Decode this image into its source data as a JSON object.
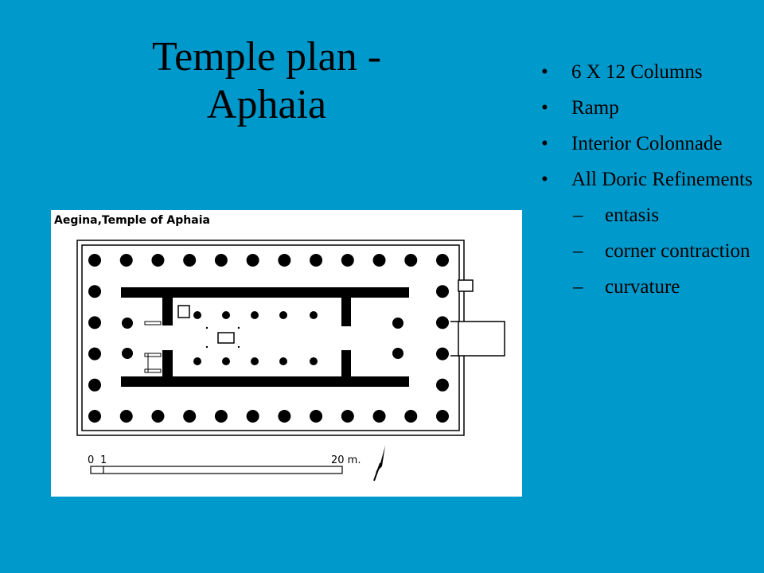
{
  "slide": {
    "title": "Temple plan - Aphaia",
    "bullets": [
      {
        "text": "6 X 12 Columns"
      },
      {
        "text": "Ramp"
      },
      {
        "text": "Interior Colonnade"
      },
      {
        "text": "All Doric Refinements"
      }
    ],
    "subbullets": [
      {
        "dash": "–",
        "text": "entasis"
      },
      {
        "dash": "–",
        "text": "corner contraction"
      },
      {
        "dash": "–",
        "text": "curvature"
      }
    ]
  },
  "plan": {
    "caption": "Aegina,Temple of Aphaia",
    "scale_labels": [
      "0",
      "1",
      "20 m."
    ],
    "peristyle_columns": {
      "front": 6,
      "flank": 12
    },
    "colors": {
      "background": "#0099cc",
      "plan_fill": "#000000",
      "plan_bg": "#ffffff"
    }
  }
}
